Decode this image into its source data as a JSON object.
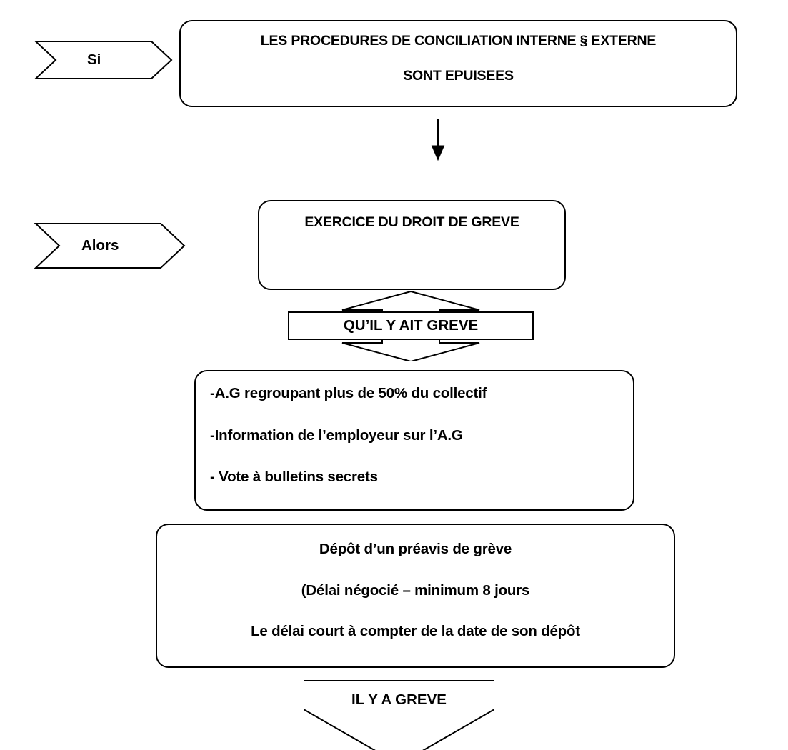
{
  "diagram": {
    "title": "Procedure de greve - flowchart",
    "stroke_color": "#000000",
    "fill_color": "#FFFFFF",
    "text_color": "#000000"
  },
  "conditions": {
    "si_label": "Si",
    "alors_label": "Alors"
  },
  "box_procedures": {
    "line1": "LES PROCEDURES DE CONCILIATION INTERNE § EXTERNE",
    "line2": "SONT EPUISEES"
  },
  "box_exercice": {
    "line1": "EXERCICE DU DROIT DE GREVE"
  },
  "updown_banner": {
    "label": "QU’IL Y AIT GREVE"
  },
  "box_conditions": {
    "line1": "-A.G regroupant plus de 50% du collectif",
    "line2": "-Information de l’employeur sur l’A.G",
    "line3": "- Vote à bulletins secrets"
  },
  "box_preavis": {
    "line1": "Dépôt d’un préavis de grève",
    "line2": "(Délai négocié – minimum 8 jours",
    "line3": "Le délai court à compter de la date de son dépôt"
  },
  "down_arrow_greve": {
    "label": "IL Y A GREVE"
  }
}
